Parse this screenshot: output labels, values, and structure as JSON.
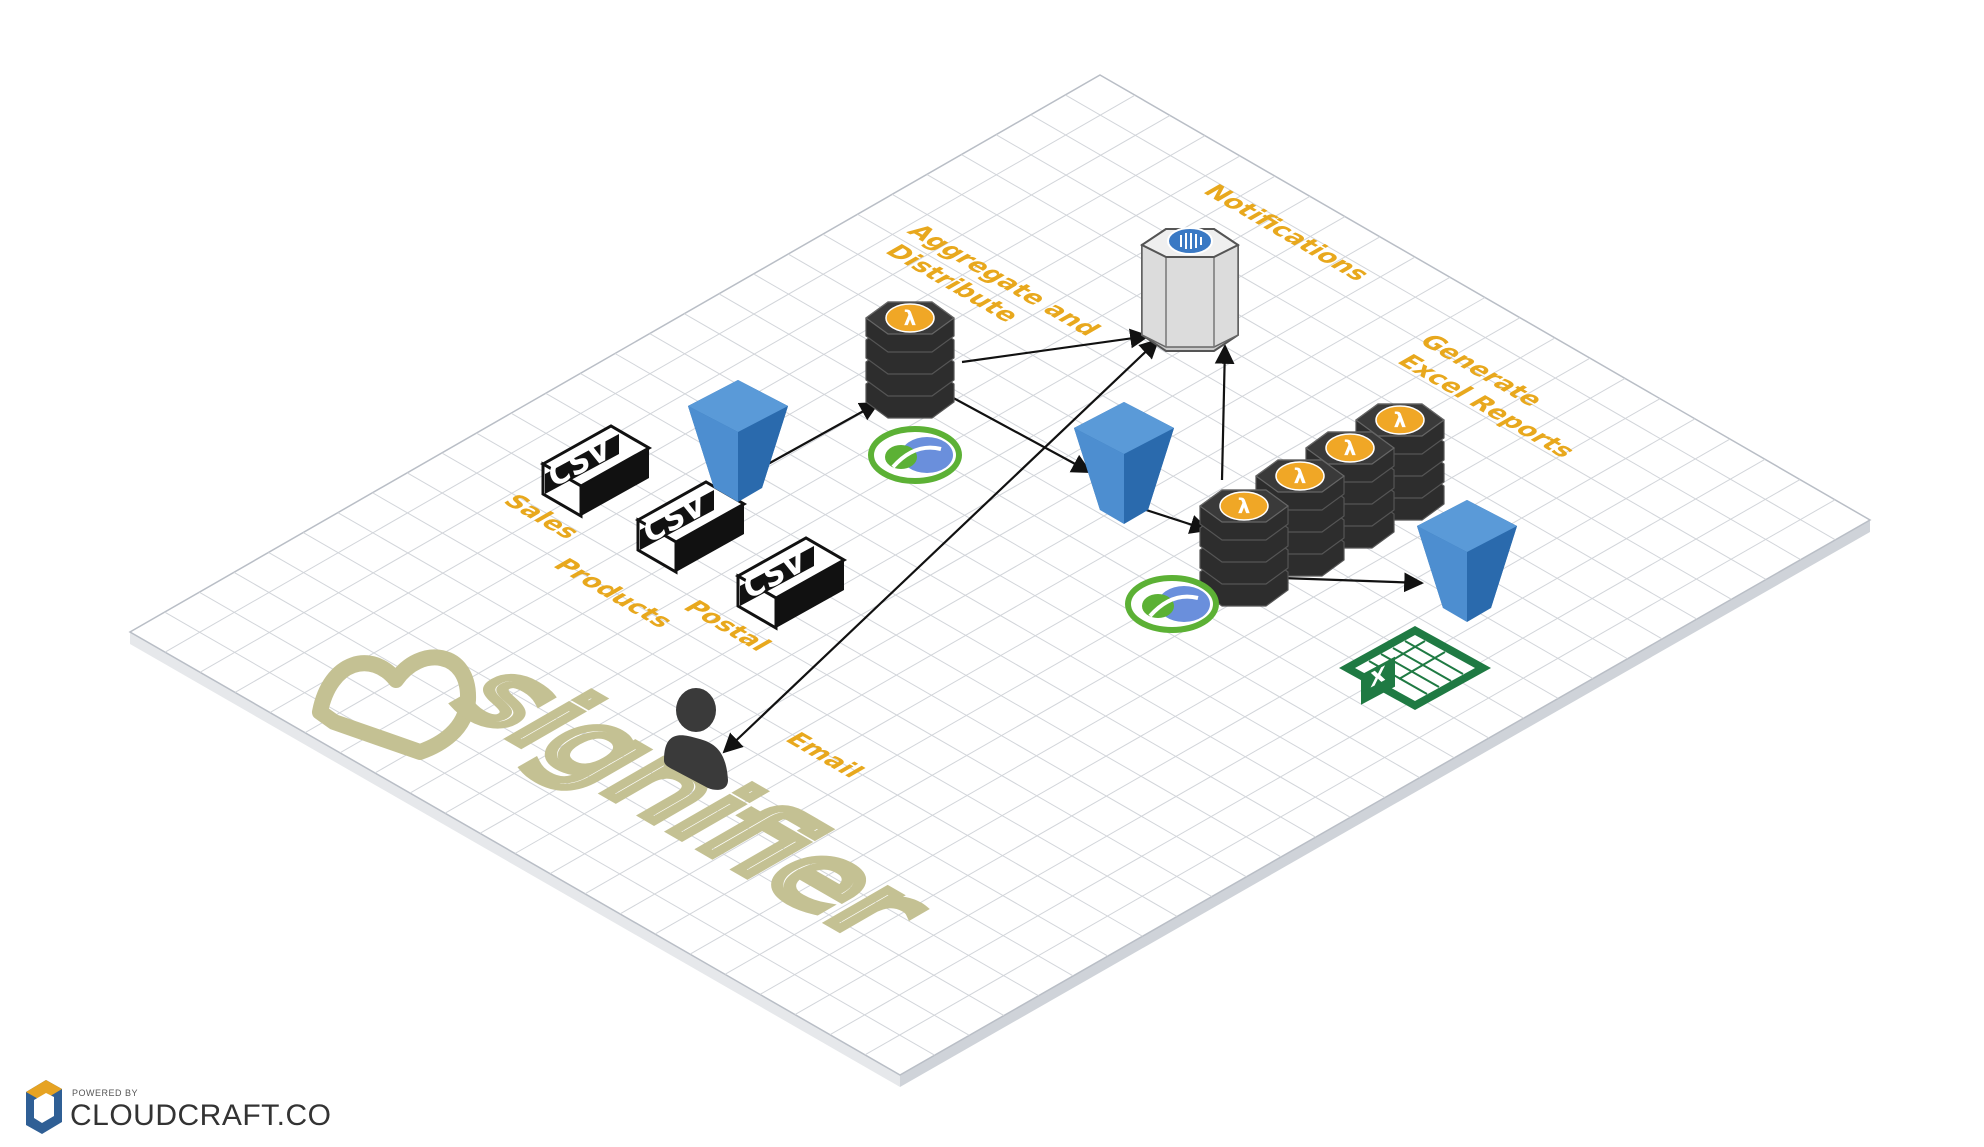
{
  "colors": {
    "label": "#e8a81d",
    "bucket_light": "#4d8ed0",
    "bucket_dark": "#2a6aad",
    "lambda_dark": "#2d2d2d",
    "lambda_badge": "#f0a726",
    "sns_body": "#d9d9d9",
    "sns_badge": "#3a79c4",
    "excel_green": "#1f7a43",
    "grid_line": "#d2d5da",
    "logo_olive": "#c4c193"
  },
  "icons": {
    "bucket": "s3-bucket-icon",
    "lambda": "lambda-function-icon",
    "sns": "sns-topic-icon",
    "csv": "csv-file-icon",
    "excel": "excel-file-icon",
    "user": "user-icon",
    "clojure": "clojure-logo-icon"
  },
  "labels": {
    "sales": "Sales",
    "products": "Products",
    "postal": "Postal",
    "aggregate_line1": "Aggregate and",
    "aggregate_line2": "Distribute",
    "notifications": "Notifications",
    "generate_line1": "Generate",
    "generate_line2": "Excel Reports",
    "email": "Email"
  },
  "badges": {
    "csv": "CSV",
    "excel": "X",
    "lambda": "λ"
  },
  "logo": {
    "text": "signifier"
  },
  "footer": {
    "powered_by": "POWERED BY",
    "brand": "CLOUDCRAFT.CO"
  }
}
